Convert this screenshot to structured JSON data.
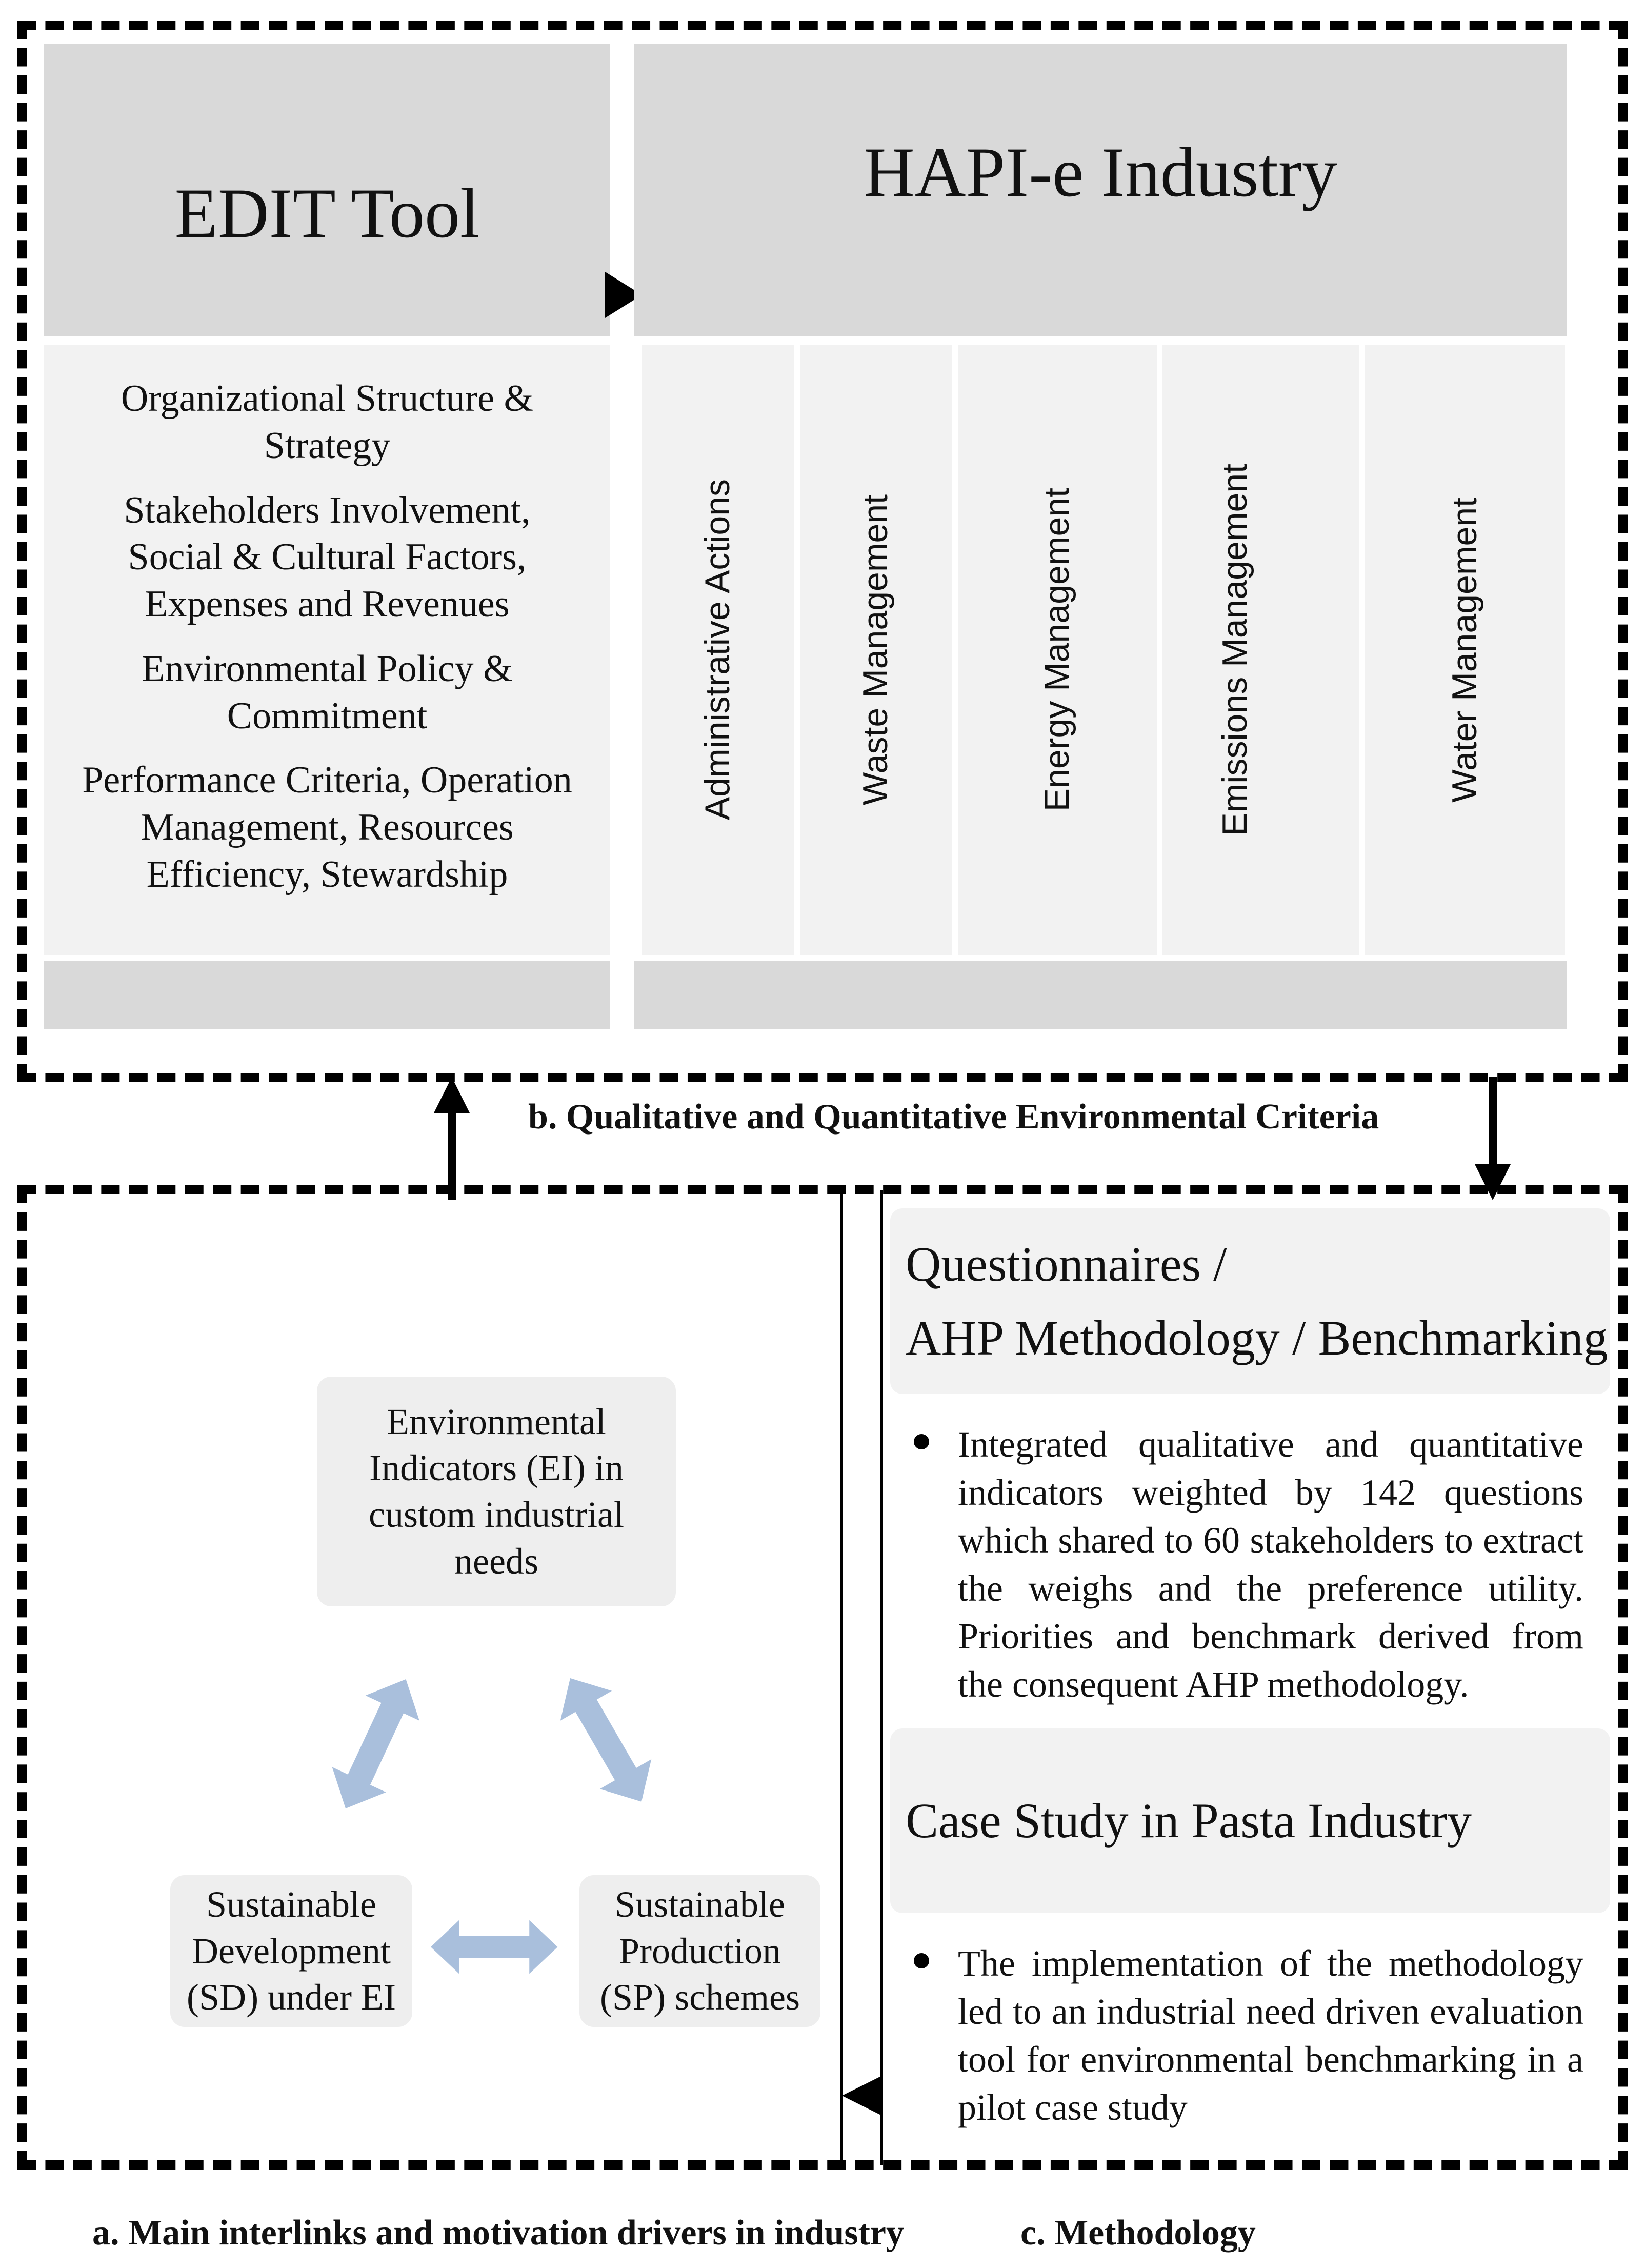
{
  "edit_tool": {
    "title": "EDIT Tool",
    "criteria": [
      "Organizational  Structure & Strategy",
      "Stakeholders Involvement, Social & Cultural Factors, Expenses and Revenues",
      "Environmental Policy & Commitment",
      "Performance Criteria, Operation Management,  Resources Efficiency, Stewardship"
    ]
  },
  "hapi": {
    "title": "HAPI-e Industry",
    "columns": [
      "Administrative Actions",
      "Waste Management",
      "Energy Management",
      "Emissions Management",
      "Water Management"
    ]
  },
  "label_b": "b.   Qualitative and Quantitative Environmental Criteria",
  "cycle": {
    "top": "Environmental Indicators (EI) in custom industrial needs",
    "left": "Sustainable Development (SD) under  EI",
    "right": "Sustainable Production (SP) schemes"
  },
  "methodology": {
    "header1_line1": "Questionnaires /",
    "header1_line2": "AHP Methodology / Benchmarking",
    "bullet1": "Integrated qualitative and quantitative indicators weighted by 142 questions which shared to 60 stakeholders to extract the weighs and the preference utility. Priorities and benchmark derived from the consequent AHP methodology.",
    "header2": "Case Study in Pasta Industry",
    "bullet2": "The implementation of the methodology led to an industrial need driven evaluation tool for environmental benchmarking in a pilot case study"
  },
  "captions": {
    "a": "a.    Main interlinks and motivation drivers in industry",
    "c": "c.  Methodology"
  },
  "colors": {
    "header_gray": "#d9d9d9",
    "panel_light": "#f2f2f2",
    "cycle_arrow": "#a9bfdc"
  }
}
